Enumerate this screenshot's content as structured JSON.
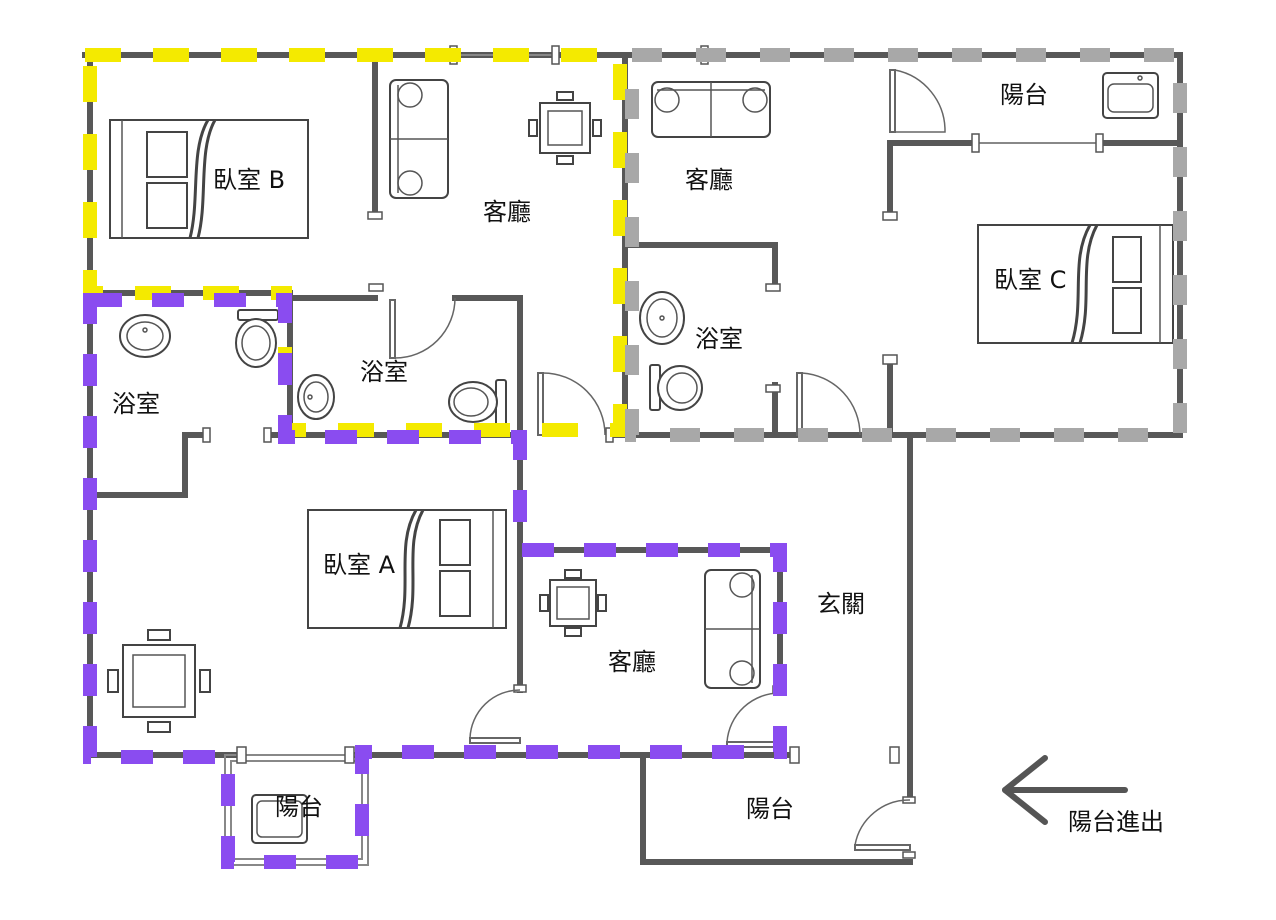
{
  "labels": {
    "bedroom_a": "臥室 A",
    "bedroom_b": "臥室 B",
    "bedroom_c": "臥室 C",
    "living_b": "客廳",
    "living_c": "客廳",
    "living_a": "客廳",
    "bath_left": "浴室",
    "bath_mid": "浴室",
    "bath_c": "浴室",
    "balcony_c": "陽台",
    "balcony_a": "陽台",
    "balcony_main": "陽台",
    "entrance": "玄關",
    "balcony_access": "陽台進出"
  },
  "colors": {
    "wall": "#585858",
    "unit_b_outline": "#f4ea00",
    "unit_c_outline": "#a8a8a8",
    "unit_a_outline": "#8a4cf0"
  },
  "icons": [
    "bed-icon",
    "sofa-icon",
    "dining-table-icon",
    "sink-icon",
    "toilet-icon",
    "bathtub-icon",
    "door-icon",
    "arrow-left-icon"
  ]
}
